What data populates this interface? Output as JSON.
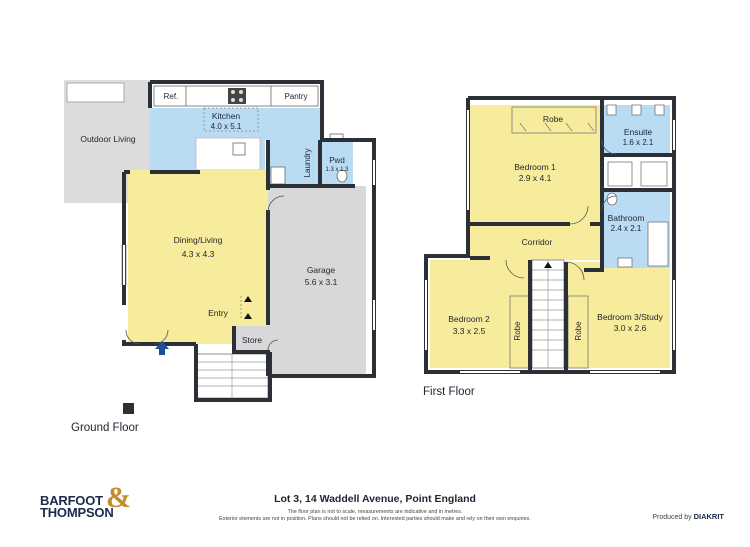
{
  "ground_floor": {
    "label": "Ground Floor",
    "rooms": {
      "outdoor_living": "Outdoor Living",
      "kitchen": "Kitchen",
      "kitchen_size": "4.0 x 5.1",
      "ref": "Ref.",
      "pantry": "Pantry",
      "laundry": "Laundry",
      "pwd": "Pwd",
      "pwd_size": "1.3 x 1.3",
      "dining_living": "Dining/Living",
      "dining_living_size": "4.3 x 4.3",
      "garage": "Garage",
      "garage_size": "5.6 x 3.1",
      "entry": "Entry",
      "store": "Store"
    }
  },
  "first_floor": {
    "label": "First Floor",
    "rooms": {
      "robe_top": "Robe",
      "bedroom1": "Bedroom 1",
      "bedroom1_size": "2.9 x 4.1",
      "ensuite": "Ensuite",
      "ensuite_size": "1.6 x 2.1",
      "bathroom": "Bathroom",
      "bathroom_size": "2.4 x 2.1",
      "corridor": "Corridor",
      "bedroom2": "Bedroom 2",
      "bedroom2_size": "3.3 x 2.5",
      "robe_left": "Robe",
      "robe_right": "Robe",
      "bedroom3": "Bedroom 3/Study",
      "bedroom3_size": "3.0 x 2.6"
    }
  },
  "footer": {
    "address": "Lot 3, 14 Waddell Avenue, Point England",
    "note_line1": "The floor plan is not to scale, measurements are indicative and in metres.",
    "note_line2": "Exterior elements are not in position. Plans should not be relied on. Interested parties should make and rely on their own enquiries.",
    "produced_by": "Produced by",
    "producer": "DIAKRIT",
    "brand_line1": "BARFOOT",
    "brand_line2": "THOMPSON",
    "brand_amp": "&"
  },
  "colors": {
    "wall": "#2b2f36",
    "yellow_room": "#f7ec9c",
    "blue_room": "#b9dcf4",
    "grey_room": "#d8d8d8",
    "outdoor": "#dcdcdc",
    "entry_arrow": "#1f4f9c",
    "brand_amp": "#c58b2b"
  },
  "icons": [
    "entry-arrow-icon",
    "compass-marker-icon"
  ]
}
